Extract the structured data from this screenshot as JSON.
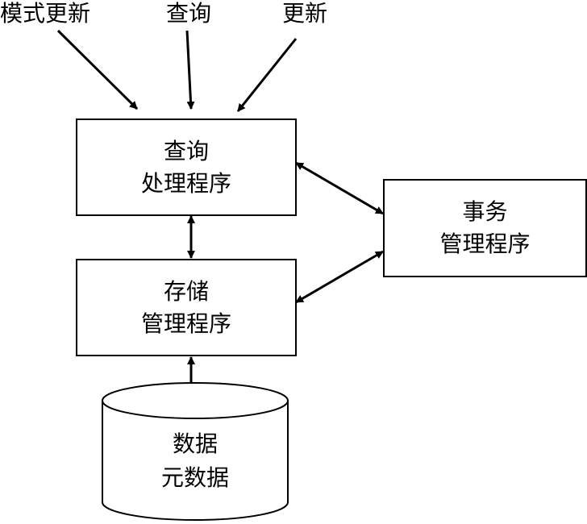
{
  "inputs": {
    "schema_update": "模式更新",
    "query": "查询",
    "update": "更新"
  },
  "boxes": {
    "query_processor": {
      "line1": "查询",
      "line2": "处理程序"
    },
    "storage_manager": {
      "line1": "存储",
      "line2": "管理程序"
    },
    "transaction_manager": {
      "line1": "事务",
      "line2": "管理程序"
    }
  },
  "database": {
    "line1": "数据",
    "line2": "元数据"
  }
}
